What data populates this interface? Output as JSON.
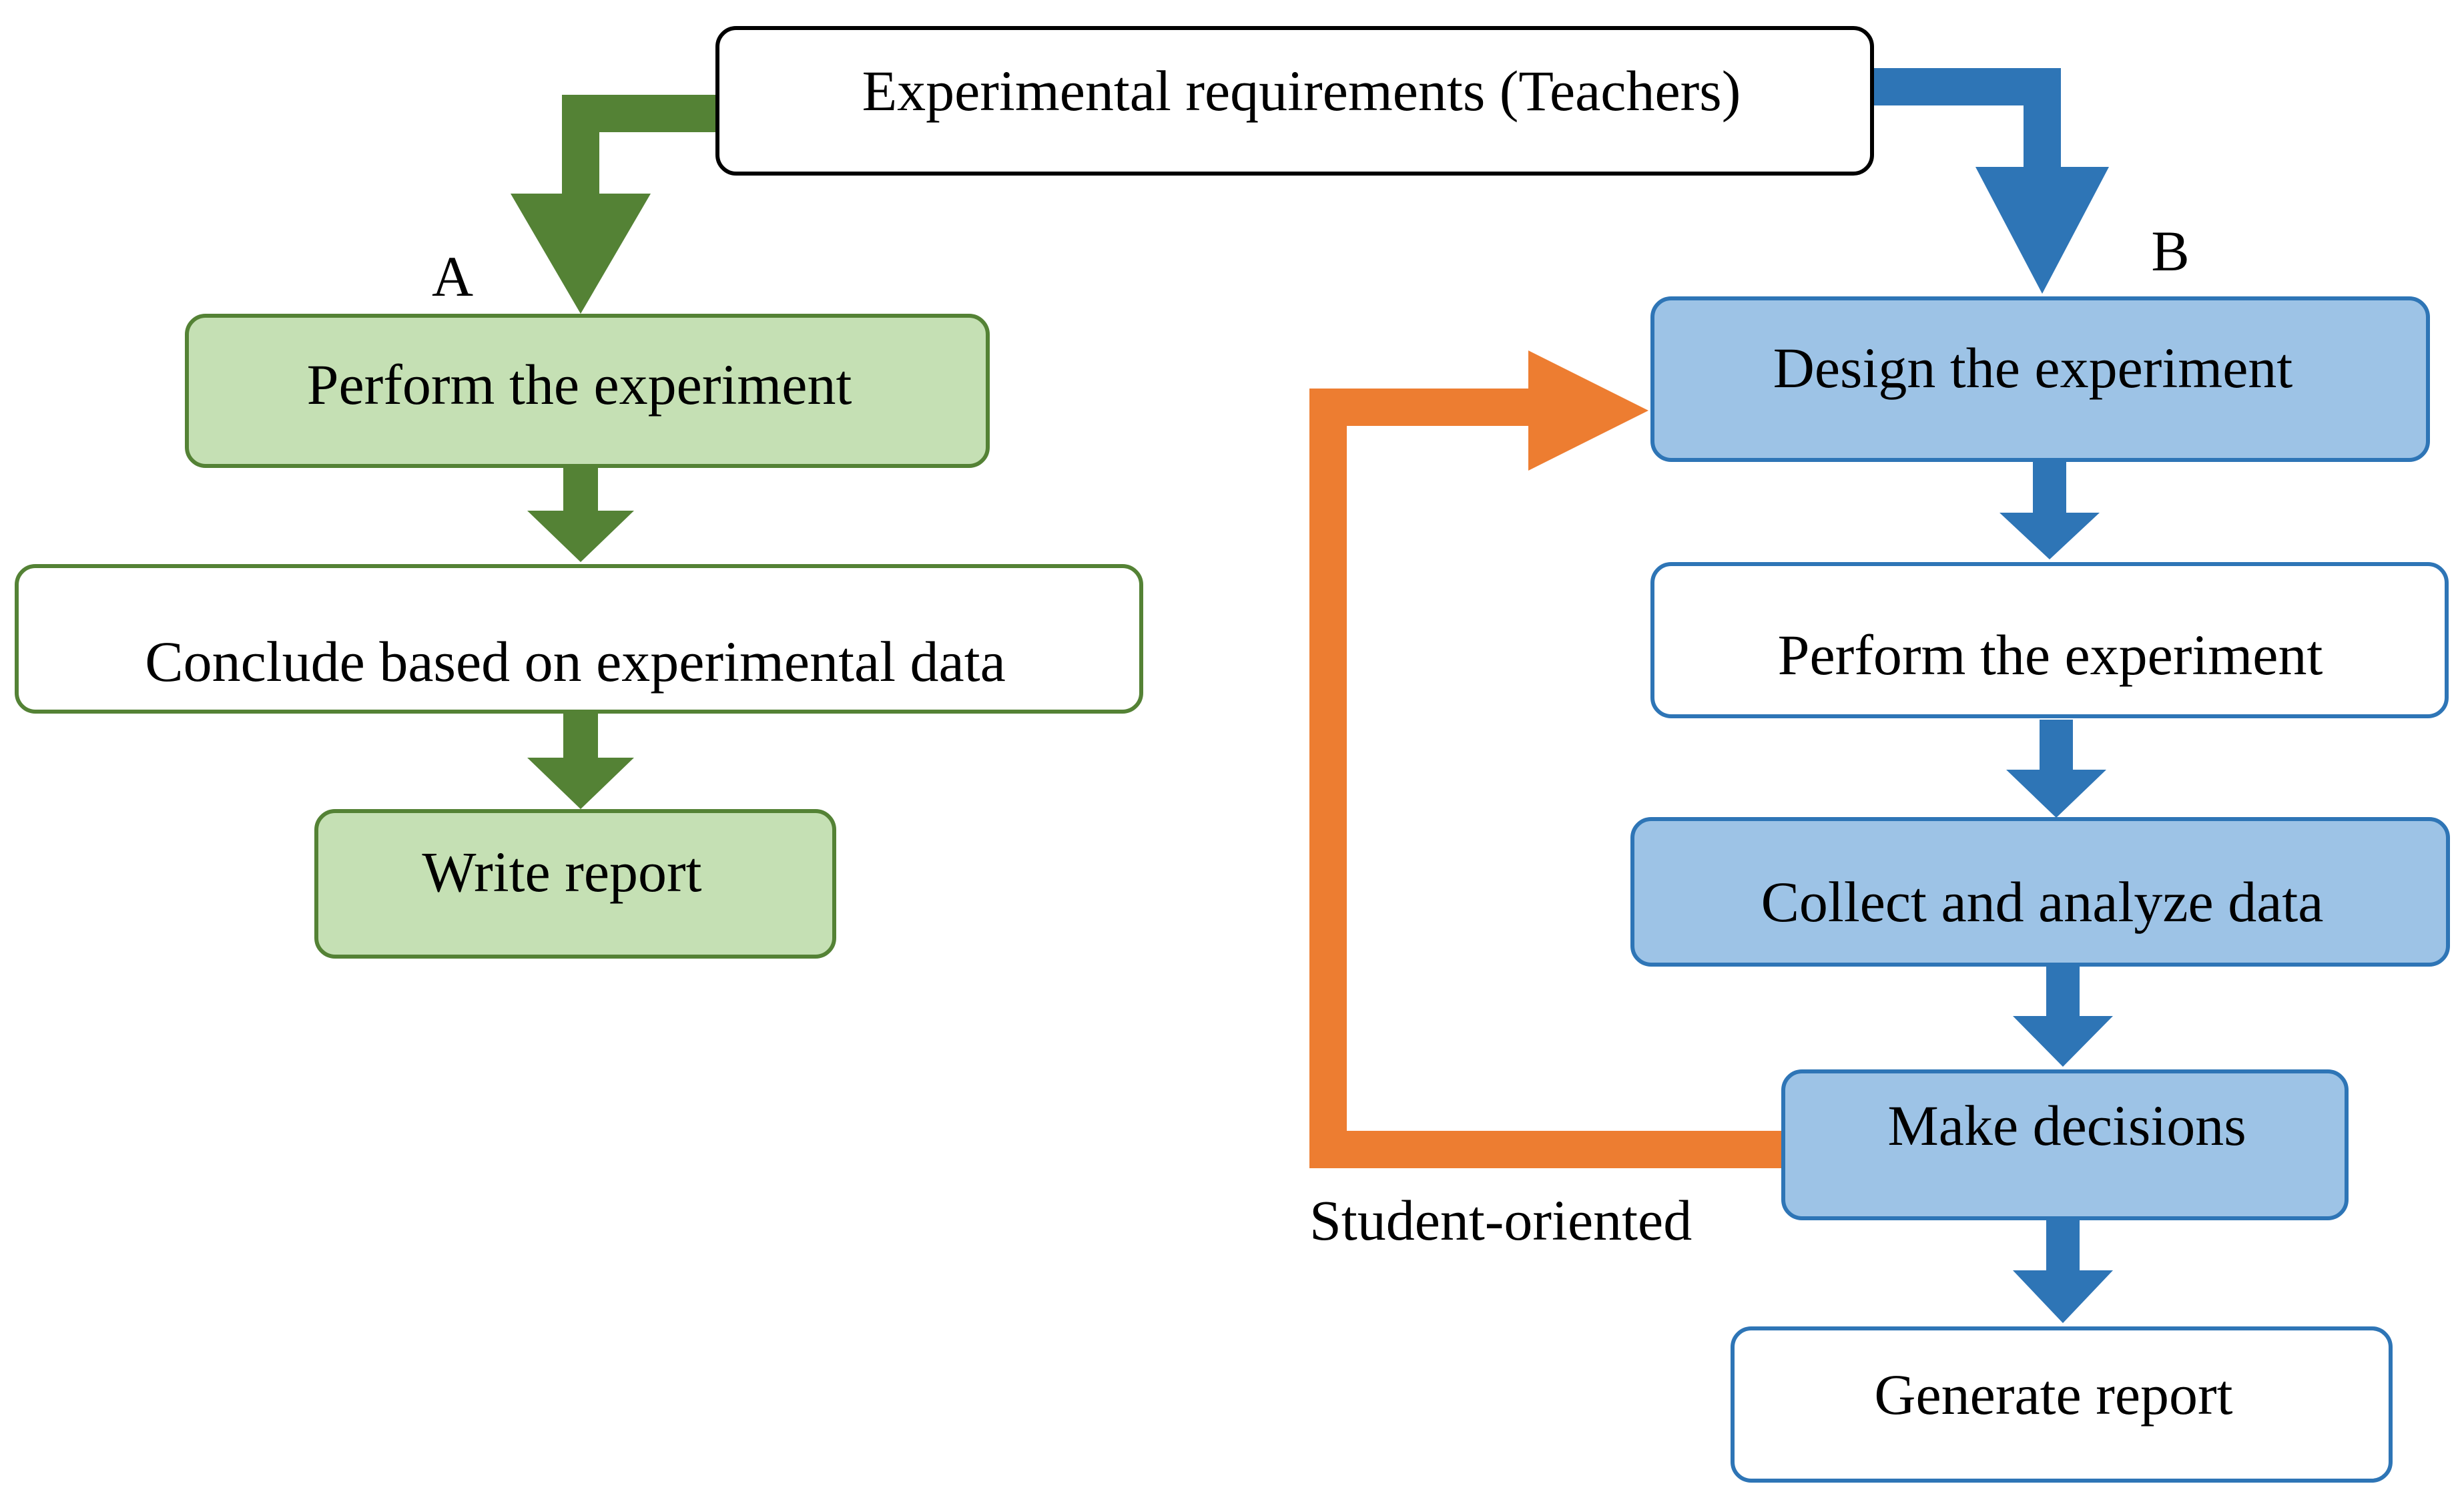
{
  "title_box": {
    "label": "Experimental requirements (Teachers)"
  },
  "branch_a": {
    "marker": "A",
    "steps": [
      {
        "label": "Perform the experiment"
      },
      {
        "label": "Conclude based on experimental data"
      },
      {
        "label": "Write report"
      }
    ]
  },
  "branch_b": {
    "marker": "B",
    "steps": [
      {
        "label": "Design the experiment"
      },
      {
        "label": "Perform the experiment"
      },
      {
        "label": "Collect and analyze data"
      },
      {
        "label": "Make decisions"
      },
      {
        "label": "Generate report"
      }
    ],
    "loop_label": "Student-oriented"
  },
  "colors": {
    "green_fill": "#c5e0b4",
    "green_stroke": "#548235",
    "blue_fill": "#9dc3e6",
    "blue_stroke": "#2e75b6",
    "orange": "#ed7d31",
    "black": "#000000",
    "white": "#ffffff"
  }
}
